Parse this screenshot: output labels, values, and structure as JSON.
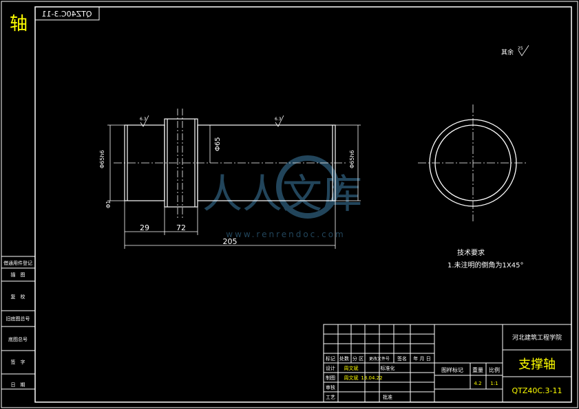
{
  "corner": {
    "title_char": "轴",
    "code_mirrored": "QTZ40C.3-11"
  },
  "left_strip": {
    "rows": [
      "借通用件登记",
      "描　图",
      "复　校",
      "旧底图总号",
      "底图总号",
      "签　字",
      "日　期"
    ]
  },
  "drawing": {
    "roughness_other": "其余",
    "roughness_value": "25",
    "roughness_local_left": "6.3",
    "roughness_local_right": "6.3",
    "dim_left_dia": "Φ65h6",
    "dim_center_dia": "Φ65",
    "dim_right_dia": "Φ65h6",
    "dim_left_small": "Φ1",
    "dim_29": "29",
    "dim_72": "72",
    "dim_205": "205",
    "watermark_text": "人人文库",
    "watermark_url": "www.renrendoc.com"
  },
  "notes": {
    "heading": "技术要求",
    "line1": "1.未注明的倒角为1X45°"
  },
  "title_block": {
    "school": "河北建筑工程学院",
    "part_name": "支撑轴",
    "drawing_no": "QTZ40C.3-11",
    "hdr_biaoji": "标记",
    "hdr_chushu": "处数",
    "hdr_fenqu": "分 区",
    "hdr_gengai": "更改文件号",
    "hdr_qianming": "签名",
    "hdr_date": "年 月 日",
    "lbl_sheji": "设计",
    "lbl_biaozhunhua": "标准化",
    "lbl_zhitu": "制图",
    "lbl_shenhe": "审核",
    "lbl_gongyi": "工艺",
    "lbl_pizhun": "批准",
    "designer": "周文斌",
    "drafter": "周文斌",
    "date": "13.04.22",
    "lbl_tuyang": "图样标记",
    "lbl_zhongliang": "重量",
    "lbl_bili": "比例",
    "weight": "4.2",
    "scale": "1:1"
  }
}
